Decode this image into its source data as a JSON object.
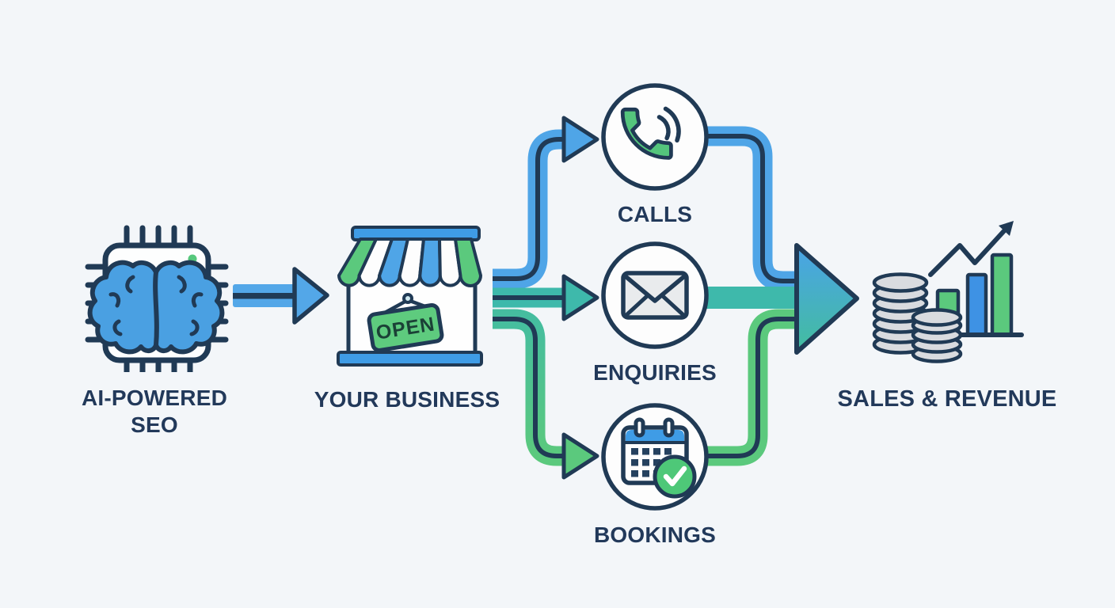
{
  "title": "AI-Powered SEO funnel diagram",
  "colors": {
    "background": "#f3f6f9",
    "outline_navy": "#203a55",
    "text_navy": "#22395a",
    "blue": "#4fa5e7",
    "store_blue": "#3f9ce6",
    "teal": "#3eb9ab",
    "green": "#5bc97d",
    "coin_gray": "#d9dbdf",
    "envelope_gray": "#e9ebed"
  },
  "flow": {
    "source": {
      "label": "AI-POWERED SEO",
      "icon": "chip-brain-icon"
    },
    "business": {
      "label": "YOUR BUSINESS",
      "icon": "storefront-icon",
      "sign_text": "OPEN"
    },
    "channels": [
      {
        "label": "CALLS",
        "icon": "phone-icon",
        "arrow_color": "#4fa5e7"
      },
      {
        "label": "ENQUIRIES",
        "icon": "envelope-icon",
        "arrow_color": "#3eb9ab"
      },
      {
        "label": "BOOKINGS",
        "icon": "calendar-check-icon",
        "arrow_color": "#5bc97d"
      }
    ],
    "result": {
      "label": "SALES & REVENUE",
      "icon": "coins-bar-chart-icon"
    }
  }
}
